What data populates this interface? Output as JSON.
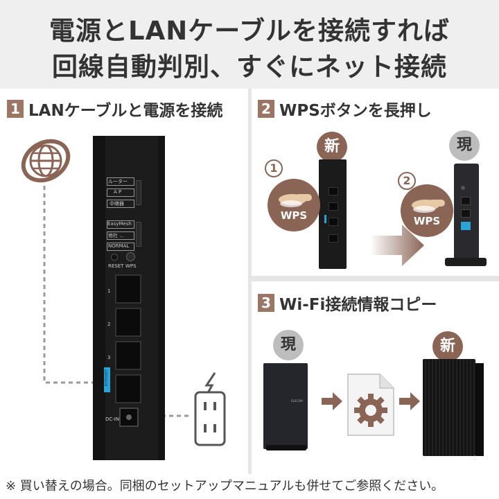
{
  "header": {
    "line1": "電源とLANケーブルを接続すれば",
    "line2": "回線自動判別、すぐにネット接続"
  },
  "steps": [
    {
      "num": "1",
      "title": "LANケーブルと電源を接続"
    },
    {
      "num": "2",
      "title": "WPSボタンを長押し"
    },
    {
      "num": "3",
      "title": "Wi-Fi接続情報コピー"
    }
  ],
  "step2": {
    "new_badge": "新",
    "current_badge": "現",
    "bubble_new_num": "1",
    "bubble_current_num": "2",
    "wps_label": "WPS"
  },
  "step3": {
    "current_badge": "現",
    "new_badge": "新"
  },
  "router_labels": {
    "mode_router": "ルーター",
    "mode_ap": "A P",
    "mode_relay": "中継器",
    "mesh_easy": "EasyMesh",
    "mesh_other": "他社 ...",
    "mesh_normal": "NORMAL",
    "reset": "RESET",
    "wps": "WPS",
    "port1": "1",
    "port2": "2",
    "port3": "3",
    "internet": "INTERNET",
    "dcin": "DC-IN",
    "brand": "ELECOM"
  },
  "footnote": "※ 買い替えの場合。同梱のセットアップマニュアルも併せてご参照ください。",
  "colors": {
    "accent": "#9b7565",
    "badge_new": "#8a6556",
    "badge_current": "#bdbdbd",
    "header_bg": "#efefef",
    "internet_port": "#2aa3d8"
  }
}
